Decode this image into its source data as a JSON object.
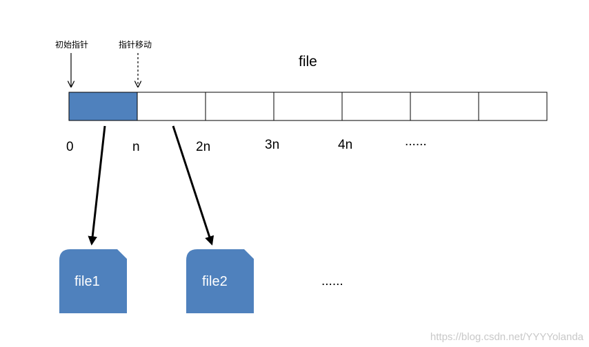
{
  "pointers": {
    "initial_label": "初始指针",
    "move_label": "指针移动"
  },
  "file_title": "file",
  "segments": {
    "count": 7,
    "highlighted_index": 0,
    "highlight_color": "#4f81bd",
    "border_color": "#000000"
  },
  "offsets": [
    "0",
    "n",
    "2n",
    "3n",
    "4n",
    "......"
  ],
  "output_files": [
    {
      "name": "file1",
      "color": "#4f81bd"
    },
    {
      "name": "file2",
      "color": "#4f81bd"
    }
  ],
  "files_ellipsis": "......",
  "watermark": "https://blog.csdn.net/YYYYolanda"
}
